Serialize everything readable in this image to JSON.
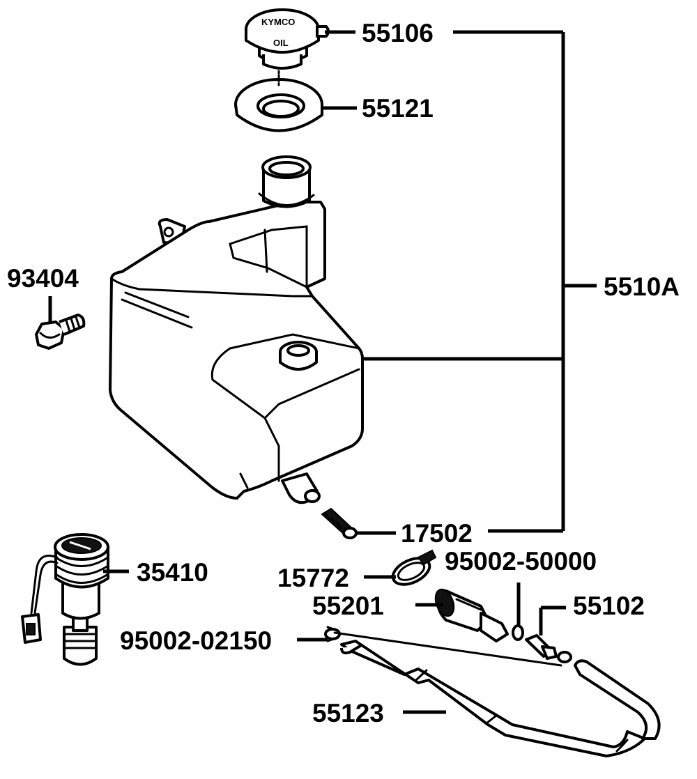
{
  "diagram": {
    "cap_markings": {
      "brand": "KYMCO",
      "text": "OIL"
    },
    "parts": [
      {
        "id": "p1",
        "number": "55106"
      },
      {
        "id": "p2",
        "number": "55121"
      },
      {
        "id": "p3",
        "number": "5510A"
      },
      {
        "id": "p4",
        "number": "93404"
      },
      {
        "id": "p5",
        "number": "17502"
      },
      {
        "id": "p6",
        "number": "35410"
      },
      {
        "id": "p7",
        "number": "15772"
      },
      {
        "id": "p8",
        "number": "95002-50000"
      },
      {
        "id": "p9",
        "number": "55201"
      },
      {
        "id": "p10",
        "number": "55102"
      },
      {
        "id": "p11",
        "number": "95002-02150"
      },
      {
        "id": "p12",
        "number": "55123"
      }
    ]
  }
}
